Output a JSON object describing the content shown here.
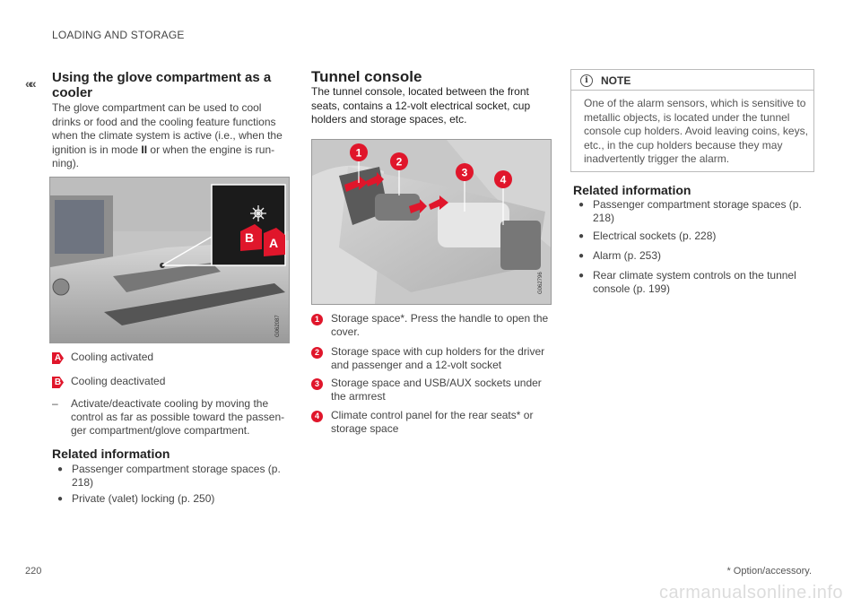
{
  "header": {
    "section": "LOADING AND STORAGE",
    "chevrons": "««"
  },
  "col1": {
    "title": "Using the glove compartment as a cooler",
    "intro_1": "The glove compartment can be used to cool drinks or food and the cooling feature functions when the climate system is active (i.e., when the ignition is in mode ",
    "intro_mode": "II",
    "intro_2": " or when the engine is run- ning).",
    "figure": {
      "code": "G062087",
      "label_a": "A",
      "label_b": "B"
    },
    "legend": [
      {
        "marker": "A",
        "text": "Cooling activated"
      },
      {
        "marker": "B",
        "text": "Cooling deactivated"
      }
    ],
    "step": {
      "marker": "–",
      "text": "Activate/deactivate cooling by moving the control as far as possible toward the passen- ger compartment/glove compartment."
    },
    "related_title": "Related information",
    "related": [
      {
        "text": "Passenger compartment storage spaces (p. 218)"
      },
      {
        "text": "Private (valet) locking (p. 250)"
      }
    ]
  },
  "col2": {
    "title": "Tunnel console",
    "intro": "The tunnel console, located between the front seats, contains a 12-volt electrical socket, cup holders and storage spaces, etc.",
    "figure": {
      "code": "G062796",
      "callouts": [
        "1",
        "2",
        "3",
        "4"
      ]
    },
    "legend": [
      {
        "marker": "1",
        "text": "Storage space*. Press the handle to open the cover."
      },
      {
        "marker": "2",
        "text": "Storage space with cup holders for the driver and passenger and a 12-volt socket"
      },
      {
        "marker": "3",
        "text": "Storage space and USB/AUX sockets under the armrest"
      },
      {
        "marker": "4",
        "text": "Climate control panel for the rear seats* or storage space"
      }
    ]
  },
  "col3": {
    "note_icon": "i",
    "note_title": "NOTE",
    "note_text": "One of the alarm sensors, which is sensitive to metallic objects, is located under the tunnel console cup holders. Avoid leaving coins, keys, etc., in the cup holders because they may inadvertently trigger the alarm.",
    "related_title": "Related information",
    "related": [
      {
        "text": "Passenger compartment storage spaces (p. 218)"
      },
      {
        "text": "Electrical sockets (p. 228)"
      },
      {
        "text": "Alarm (p. 253)"
      },
      {
        "text": "Rear climate system controls on the tunnel console (p. 199)"
      }
    ]
  },
  "footer": {
    "page_number": "220",
    "footnote": "* Option/accessory.",
    "watermark": "carmanualsonline.info"
  },
  "colors": {
    "accent": "#e0162b",
    "text": "#444444"
  },
  "icons": {
    "note": "info-icon",
    "bullet": "bullet-icon"
  }
}
